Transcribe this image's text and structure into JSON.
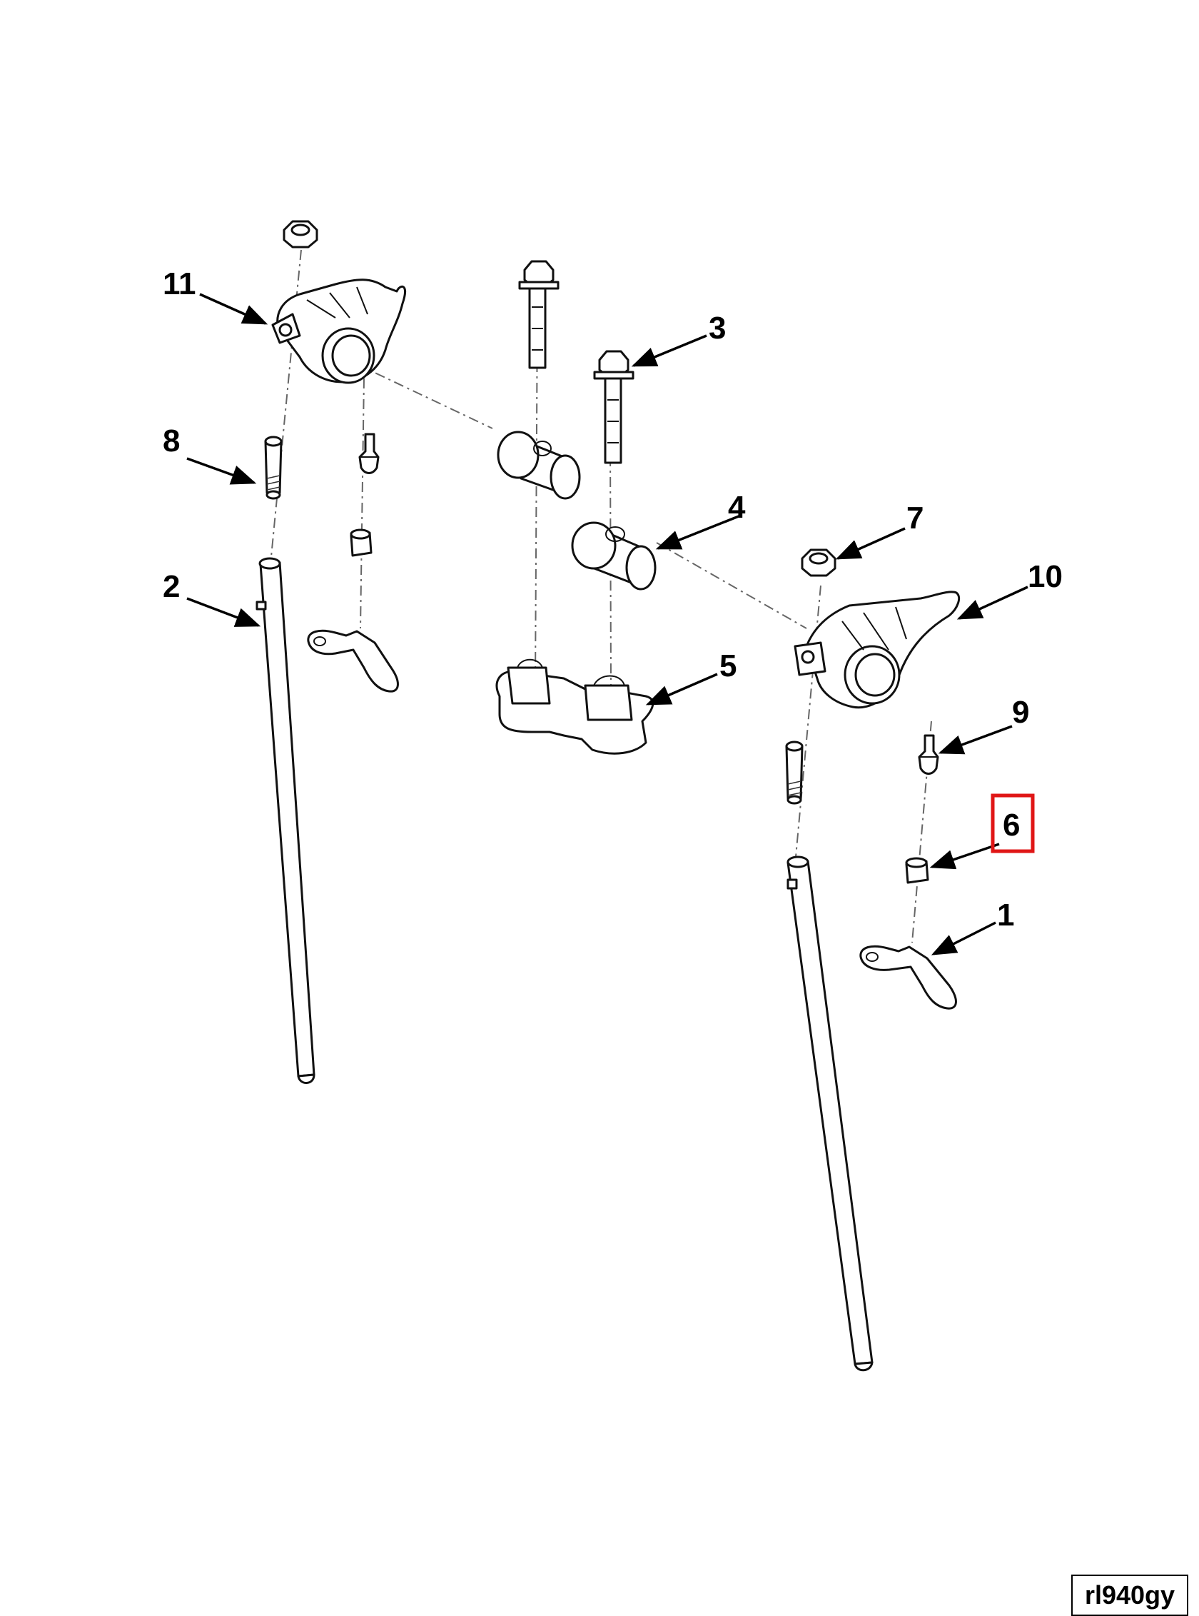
{
  "figure_id": "rl940gy",
  "callouts": [
    {
      "number": "1"
    },
    {
      "number": "2"
    },
    {
      "number": "3"
    },
    {
      "number": "4"
    },
    {
      "number": "5"
    },
    {
      "number": "6",
      "highlighted": true
    },
    {
      "number": "7"
    },
    {
      "number": "8"
    },
    {
      "number": "9"
    },
    {
      "number": "10"
    },
    {
      "number": "11"
    }
  ],
  "colors": {
    "line": "#111111",
    "highlight": "#e01616",
    "background": "#ffffff"
  }
}
